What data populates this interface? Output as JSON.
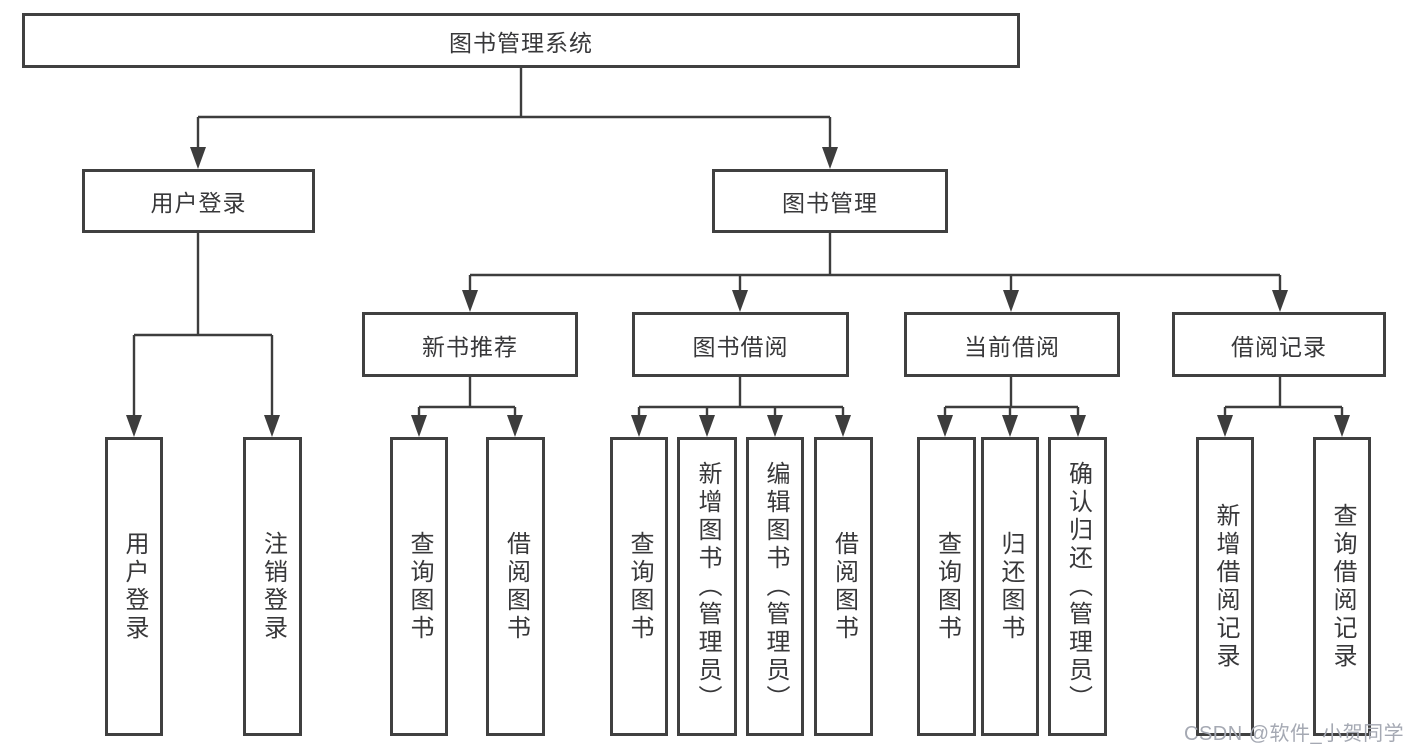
{
  "colors": {
    "line": "#3d3d3d",
    "box_border": "#404040",
    "text": "#38383a",
    "watermark": "#a5a9b3",
    "background": "#ffffff"
  },
  "watermark": {
    "text": "CSDN @软件_小贺同学"
  },
  "tree": {
    "root": {
      "label": "图书管理系统"
    },
    "login_branch": {
      "label": "用户登录",
      "children": [
        {
          "label": "用户登录"
        },
        {
          "label": "注销登录"
        }
      ]
    },
    "mgmt_branch": {
      "label": "图书管理",
      "groups": [
        {
          "label": "新书推荐",
          "children": [
            {
              "label": "查询图书"
            },
            {
              "label": "借阅图书"
            }
          ]
        },
        {
          "label": "图书借阅",
          "children": [
            {
              "label": "查询图书"
            },
            {
              "label": "新增图书（管理员）"
            },
            {
              "label": "编辑图书（管理员）"
            },
            {
              "label": "借阅图书"
            }
          ]
        },
        {
          "label": "当前借阅",
          "children": [
            {
              "label": "查询图书"
            },
            {
              "label": "归还图书"
            },
            {
              "label": "确认归还（管理员）"
            }
          ]
        },
        {
          "label": "借阅记录",
          "children": [
            {
              "label": "新增借阅记录"
            },
            {
              "label": "查询借阅记录"
            }
          ]
        }
      ]
    }
  }
}
